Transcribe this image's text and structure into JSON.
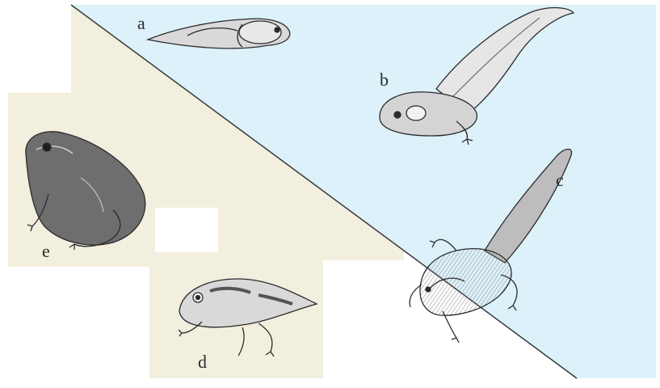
{
  "colors": {
    "water": "#dcf1fa",
    "land": "#f3efdf",
    "shore_line": "#3a3a3a",
    "ink": "#2b2b2b",
    "skin_light": "#d6d6d6",
    "skin_dark": "#555555"
  },
  "stages": [
    {
      "label": "a",
      "depicts": "tadpole-early-icon"
    },
    {
      "label": "b",
      "depicts": "tadpole-hind-legs-icon"
    },
    {
      "label": "c",
      "depicts": "tadpole-four-legs-icon"
    },
    {
      "label": "d",
      "depicts": "young-frog-icon"
    },
    {
      "label": "e",
      "depicts": "adult-frog-icon"
    }
  ]
}
